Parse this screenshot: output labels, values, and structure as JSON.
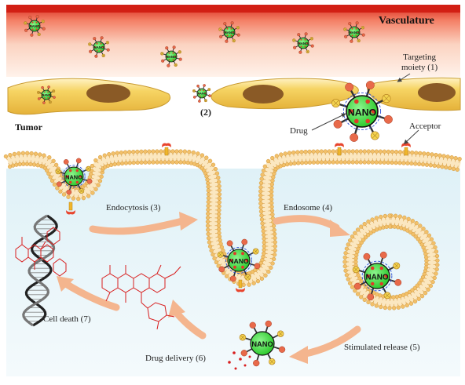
{
  "labels": {
    "vasculature": "Vasculature",
    "targeting_line1": "Targeting",
    "targeting_line2": "moiety (1)",
    "tumor": "Tumor",
    "step2": "(2)",
    "drug": "Drug",
    "acceptor": "Acceptor",
    "endocytosis": "Endocytosis (3)",
    "endosome": "Endosome (4)",
    "cell_death": "Cell death (7)",
    "drug_delivery": "Drug delivery (6)",
    "stimulated_release": "Stimulated release (5)"
  },
  "nano_text": "NANO",
  "colors": {
    "vessel_red": "#e02b1f",
    "vessel_fade": "#fbd7c6",
    "cell_yellow": "#f3cf58",
    "nucleus": "#8a5a26",
    "nano_green": "#3ee63e",
    "nano_red_dot": "#e03a2a",
    "ligand": "#e86a4a",
    "membrane_head": "#f2c06a",
    "membrane_bg": "#e6f4f8",
    "arrow": "#f4b58e",
    "drug_red": "#d81e1e",
    "dna_dark": "#333333"
  }
}
